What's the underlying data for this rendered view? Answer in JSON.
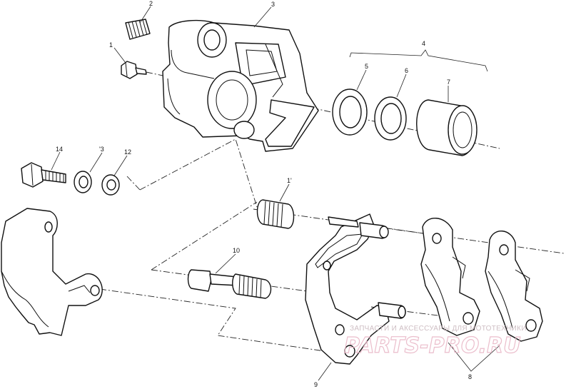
{
  "diagram": {
    "callouts": [
      {
        "id": "c1",
        "text": "1"
      },
      {
        "id": "c2",
        "text": "2"
      },
      {
        "id": "c3",
        "text": "3"
      },
      {
        "id": "c4",
        "text": "4"
      },
      {
        "id": "c5",
        "text": "5"
      },
      {
        "id": "c6",
        "text": "6"
      },
      {
        "id": "c7",
        "text": "7"
      },
      {
        "id": "c8",
        "text": "8"
      },
      {
        "id": "c9",
        "text": "9"
      },
      {
        "id": "c10",
        "text": "10"
      },
      {
        "id": "c11",
        "text": "1'"
      },
      {
        "id": "c12",
        "text": "12"
      },
      {
        "id": "c13",
        "text": "'3"
      },
      {
        "id": "c14",
        "text": "14"
      }
    ]
  },
  "watermark": {
    "tagline": "ЗАПЧАСТИ И АКСЕССУАРЫ ДЛЯ МОТОТЕХНИКИ",
    "logo": "PARTS-PRO.RU"
  }
}
